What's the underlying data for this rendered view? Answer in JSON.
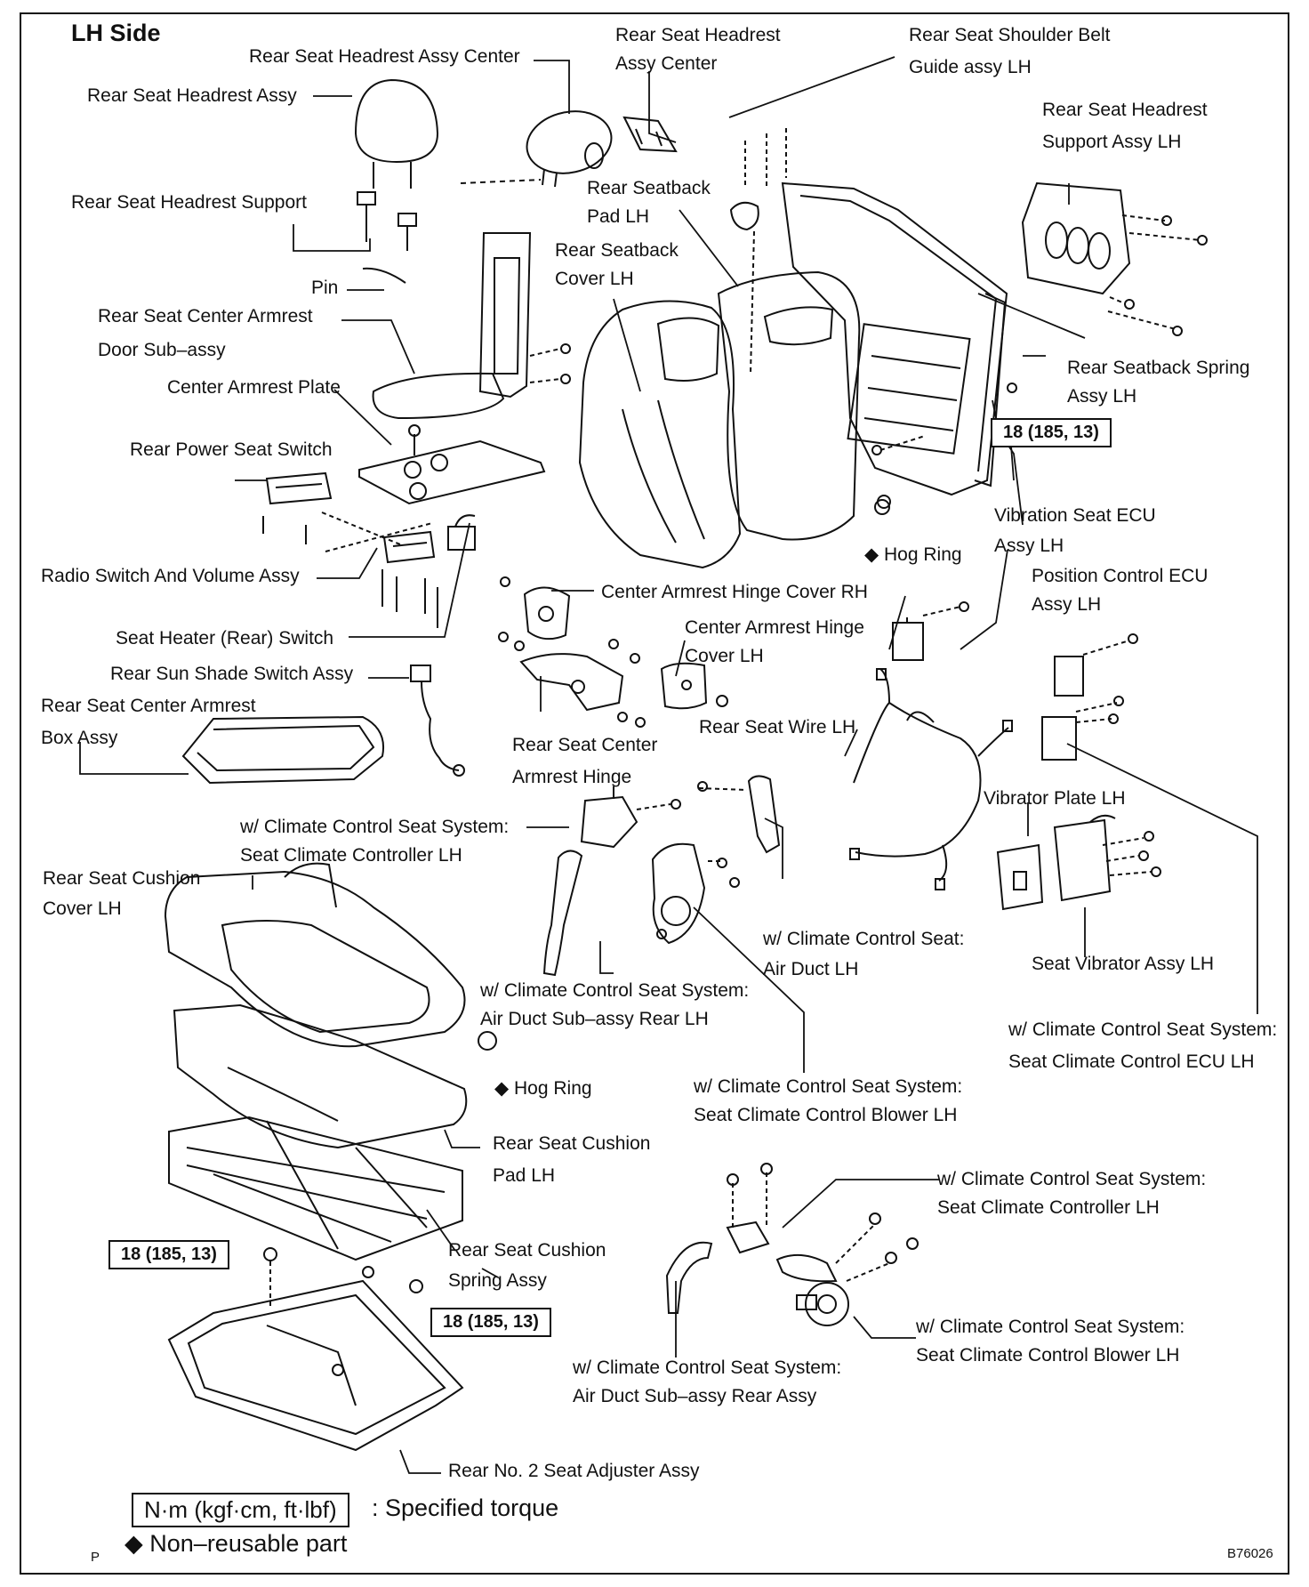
{
  "title": "LH Side",
  "torque_spec": "18 (185, 13)",
  "labels": {
    "headrest_center_assy": "Rear Seat Headrest Assy Center",
    "headrest_assy": "Rear Seat Headrest Assy",
    "headrest_support": "Rear Seat Headrest Support",
    "pin": "Pin",
    "armrest_door_1": "Rear Seat Center Armrest",
    "armrest_door_2": "Door Sub–assy",
    "armrest_plate": "Center Armrest Plate",
    "power_seat_switch": "Rear Power Seat Switch",
    "radio_switch": "Radio Switch And Volume Assy",
    "seat_heater_switch": "Seat Heater (Rear) Switch",
    "sun_shade_switch": "Rear Sun Shade Switch Assy",
    "armrest_box_1": "Rear Seat Center Armrest",
    "armrest_box_2": "Box Assy",
    "headrest_center_1": "Rear Seat Headrest",
    "headrest_center_2": "Assy Center",
    "seatback_pad_1": "Rear Seatback",
    "seatback_pad_2": "Pad LH",
    "seatback_cover_1": "Rear Seatback",
    "seatback_cover_2": "Cover LH",
    "shoulder_belt_1": "Rear Seat Shoulder Belt",
    "shoulder_belt_2": "Guide assy LH",
    "headrest_support_lh_1": "Rear Seat Headrest",
    "headrest_support_lh_2": "Support Assy LH",
    "seatback_spring_1": "Rear Seatback Spring",
    "seatback_spring_2": "Assy LH",
    "hog_ring_upper": "Hog Ring",
    "vibration_ecu_1": "Vibration Seat ECU",
    "vibration_ecu_2": "Assy LH",
    "position_ecu_1": "Position Control ECU",
    "position_ecu_2": "Assy LH",
    "hinge_cover_rh": "Center Armrest Hinge Cover RH",
    "hinge_cover_lh_1": "Center Armrest Hinge",
    "hinge_cover_lh_2": "Cover LH",
    "seat_wire": "Rear Seat Wire LH",
    "armrest_hinge_1": "Rear Seat Center",
    "armrest_hinge_2": "Armrest Hinge",
    "climate_controller_1": "w/ Climate Control Seat System:",
    "climate_controller_2": "Seat Climate Controller LH",
    "vibrator_plate": "Vibrator Plate LH",
    "cushion_cover_1": "Rear Seat Cushion",
    "cushion_cover_2": "Cover LH",
    "air_duct_lh_1": "w/ Climate Control Seat:",
    "air_duct_lh_2": "Air Duct LH",
    "seat_vibrator": "Seat Vibrator Assy LH",
    "air_duct_rear_lh_1": "w/ Climate Control Seat System:",
    "air_duct_rear_lh_2": "Air Duct Sub–assy Rear LH",
    "climate_ecu_1": "w/ Climate Control Seat System:",
    "climate_ecu_2": "Seat Climate Control ECU LH",
    "hog_ring_lower": "Hog Ring",
    "blower_1": "w/ Climate Control Seat System:",
    "blower_2": "Seat Climate Control Blower LH",
    "cushion_pad_1": "Rear Seat Cushion",
    "cushion_pad_2": "Pad LH",
    "cushion_spring_1": "Rear Seat Cushion",
    "cushion_spring_2": "Spring Assy",
    "controller_lower_1": "w/ Climate Control Seat System:",
    "controller_lower_2": "Seat Climate Controller LH",
    "blower_lower_1": "w/ Climate Control Seat System:",
    "blower_lower_2": "Seat Climate Control Blower LH",
    "air_duct_rear_assy_1": "w/ Climate Control Seat System:",
    "air_duct_rear_assy_2": "Air Duct Sub–assy Rear Assy",
    "seat_adjuster": "Rear No. 2 Seat Adjuster Assy"
  },
  "legend": {
    "torque_unit": "N·m (kgf·cm, ft·lbf)",
    "torque_desc": ": Specified torque",
    "nonreusable": "◆ Non–reusable part",
    "diamond": "◆"
  },
  "figure_code": "B76026",
  "page_marker": "P"
}
